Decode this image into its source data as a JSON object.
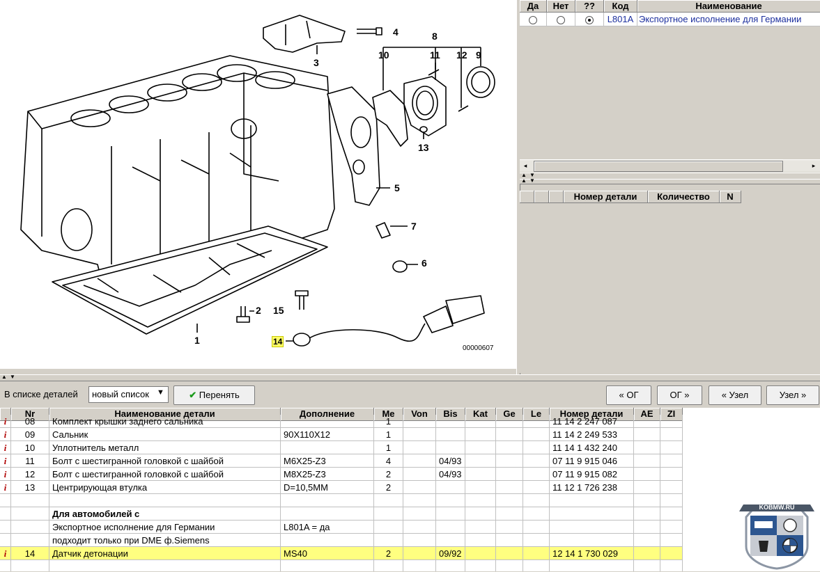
{
  "diagram": {
    "callouts": [
      "4",
      "3",
      "8",
      "10",
      "11",
      "12",
      "9",
      "13",
      "5",
      "7",
      "6",
      "2",
      "15",
      "1",
      "14"
    ],
    "image_code": "00000607"
  },
  "options_panel": {
    "headers": [
      "Да",
      "Нет",
      "??",
      "Код",
      "Наименование"
    ],
    "row": {
      "selected": "??",
      "code": "L801A",
      "name": "Экспортное исполнение для Германии"
    }
  },
  "part_numbers_panel": {
    "headers": [
      "Номер детали",
      "Количество",
      "N"
    ]
  },
  "toolbar": {
    "list_label": "В списке деталей",
    "list_select": "новый список",
    "apply_button": "Перенять",
    "nav_buttons": [
      "« ОГ",
      "ОГ »",
      "« Узел",
      "Узел »"
    ]
  },
  "parts_table": {
    "headers": [
      "Nr",
      "Наименование детали",
      "Дополнение",
      "Me",
      "Von",
      "Bis",
      "Kat",
      "Ge",
      "Le",
      "Номер детали",
      "AE",
      "ZI"
    ],
    "rows": [
      {
        "info": "i",
        "nr": "08",
        "name": "Комплект крышки заднего сальника",
        "extra": "",
        "me": "1",
        "von": "",
        "bis": "",
        "pn": "11 14 2 247 087"
      },
      {
        "info": "i",
        "nr": "09",
        "name": "Сальник",
        "extra": "90X110X12",
        "me": "1",
        "von": "",
        "bis": "",
        "pn": "11 14 2 249 533"
      },
      {
        "info": "i",
        "nr": "10",
        "name": "Уплотнитель металл",
        "extra": "",
        "me": "1",
        "von": "",
        "bis": "",
        "pn": "11 14 1 432 240"
      },
      {
        "info": "i",
        "nr": "11",
        "name": "Болт с шестигранной головкой с шайбой",
        "extra": "M6X25-Z3",
        "me": "4",
        "von": "",
        "bis": "04/93",
        "pn": "07 11 9 915 046"
      },
      {
        "info": "i",
        "nr": "12",
        "name": "Болт с шестигранной головкой с шайбой",
        "extra": "M8X25-Z3",
        "me": "2",
        "von": "",
        "bis": "04/93",
        "pn": "07 11 9 915 082"
      },
      {
        "info": "i",
        "nr": "13",
        "name": "Центрирующая втулка",
        "extra": "D=10,5MM",
        "me": "2",
        "von": "",
        "bis": "",
        "pn": "11 12 1 726 238"
      },
      {
        "info": "",
        "nr": "",
        "name": "",
        "extra": "",
        "me": "",
        "von": "",
        "bis": "",
        "pn": ""
      },
      {
        "info": "",
        "nr": "",
        "name": "Для автомобилей с",
        "extra": "",
        "me": "",
        "von": "",
        "bis": "",
        "pn": "",
        "bold": true
      },
      {
        "info": "",
        "nr": "",
        "name": "Экспортное исполнение для Германии",
        "extra": "L801A = да",
        "me": "",
        "von": "",
        "bis": "",
        "pn": ""
      },
      {
        "info": "",
        "nr": "",
        "name": "подходит только при DME ф.Siemens",
        "extra": "",
        "me": "",
        "von": "",
        "bis": "",
        "pn": ""
      },
      {
        "info": "i",
        "nr": "14",
        "name": "Датчик детонации",
        "extra": "MS40",
        "me": "2",
        "von": "",
        "bis": "09/92",
        "pn": "12 14 1 730 029",
        "selected": true
      },
      {
        "info": "",
        "nr": "",
        "name": "",
        "extra": "",
        "me": "",
        "von": "",
        "bis": "",
        "pn": ""
      }
    ]
  },
  "watermark": {
    "text": "KOBMW.RU"
  },
  "colors": {
    "highlight": "#ffff80",
    "info_icon": "#b00000"
  }
}
